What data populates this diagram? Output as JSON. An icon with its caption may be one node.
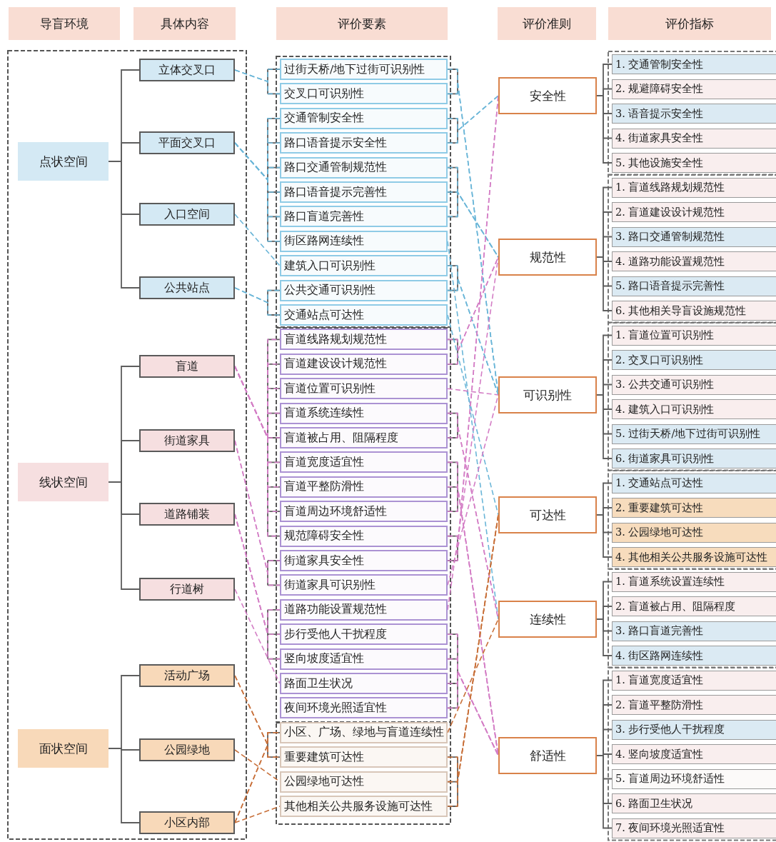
{
  "diagram": {
    "nodes": [
      {
        "text": [
          "导盲环境"
        ]
      },
      {
        "text": [
          "具体内容"
        ]
      },
      {
        "text": [
          "评价要素"
        ]
      },
      {
        "text": [
          "评价准则"
        ]
      },
      {
        "text": [
          "评价指标"
        ]
      },
      {
        "text": [
          "点状空间"
        ]
      },
      {
        "text": [
          "线状空间"
        ]
      },
      {
        "text": [
          "面状空间"
        ]
      },
      {
        "text": [
          "立体交叉口"
        ]
      },
      {
        "text": [
          "平面交叉口"
        ]
      },
      {
        "text": [
          "入口空间"
        ]
      },
      {
        "text": [
          "公共站点"
        ]
      },
      {
        "text": [
          "盲道"
        ]
      },
      {
        "text": [
          "街道家具"
        ]
      },
      {
        "text": [
          "道路铺装"
        ]
      },
      {
        "text": [
          "行道树"
        ]
      },
      {
        "text": [
          "活动广场"
        ]
      },
      {
        "text": [
          "公园绿地"
        ]
      },
      {
        "text": [
          "小区内部"
        ]
      },
      {
        "text": [
          "过街天桥/地下过街可识别性"
        ]
      },
      {
        "text": [
          "交叉口可识别性"
        ]
      },
      {
        "text": [
          "交通管制安全性"
        ]
      },
      {
        "text": [
          "路口语音提示安全性"
        ]
      },
      {
        "text": [
          "路口交通管制规范性"
        ]
      },
      {
        "text": [
          "路口语音提示完善性"
        ]
      },
      {
        "text": [
          "路口盲道完善性"
        ]
      },
      {
        "text": [
          "街区路网连续性"
        ]
      },
      {
        "text": [
          "建筑入口可识别性"
        ]
      },
      {
        "text": [
          "公共交通可识别性"
        ]
      },
      {
        "text": [
          "交通站点可达性"
        ]
      },
      {
        "text": [
          "盲道线路规划规范性"
        ]
      },
      {
        "text": [
          "盲道建设设计规范性"
        ]
      },
      {
        "text": [
          "盲道位置可识别性"
        ]
      },
      {
        "text": [
          "盲道系统连续性"
        ]
      },
      {
        "text": [
          "盲道被占用、阻隔程度"
        ]
      },
      {
        "text": [
          "盲道宽度适宜性"
        ]
      },
      {
        "text": [
          "盲道平整防滑性"
        ]
      },
      {
        "text": [
          "盲道周边环境舒适性"
        ]
      },
      {
        "text": [
          "规范障碍安全性"
        ]
      },
      {
        "text": [
          "街道家具安全性"
        ]
      },
      {
        "text": [
          "街道家具可识别性"
        ]
      },
      {
        "text": [
          "道路功能设置规范性"
        ]
      },
      {
        "text": [
          "步行受他人干扰程度"
        ]
      },
      {
        "text": [
          "竖向坡度适宜性"
        ]
      },
      {
        "text": [
          "路面卫生状况"
        ]
      },
      {
        "text": [
          "夜间环境光照适宜性"
        ]
      },
      {
        "text": [
          "小区、广场、绿地与盲道连续性"
        ]
      },
      {
        "text": [
          "重要建筑可达性"
        ]
      },
      {
        "text": [
          "公园绿地可达性"
        ]
      },
      {
        "text": [
          "其他相关公共服务设施可达性"
        ]
      },
      {
        "text": [
          "安全性"
        ]
      },
      {
        "text": [
          "规范性"
        ]
      },
      {
        "text": [
          "可识别性"
        ]
      },
      {
        "text": [
          "可达性"
        ]
      },
      {
        "text": [
          "连续性"
        ]
      },
      {
        "text": [
          "舒适性"
        ]
      },
      {
        "text": [
          "1. 交通管制安全性"
        ]
      },
      {
        "text": [
          "2. 规避障碍安全性"
        ]
      },
      {
        "text": [
          "3. 语音提示安全性"
        ]
      },
      {
        "text": [
          "4. 街道家具安全性"
        ]
      },
      {
        "text": [
          "5. 其他设施安全性"
        ]
      },
      {
        "text": [
          "1. 盲道线路规划规范性"
        ]
      },
      {
        "text": [
          "2. 盲道建设设计规范性"
        ]
      },
      {
        "text": [
          "3. 路口交通管制规范性"
        ]
      },
      {
        "text": [
          "4. 道路功能设置规范性"
        ]
      },
      {
        "text": [
          "5. 路口语音提示完善性"
        ]
      },
      {
        "text": [
          "6. 其他相关导盲设施规范性"
        ]
      },
      {
        "text": [
          "1. 盲道位置可识别性"
        ]
      },
      {
        "text": [
          "2. 交叉口可识别性"
        ]
      },
      {
        "text": [
          "3. 公共交通可识别性"
        ]
      },
      {
        "text": [
          "4. 建筑入口可识别性"
        ]
      },
      {
        "text": [
          "5. 过街天桥/地下过街可识别性"
        ]
      },
      {
        "text": [
          "6. 街道家具可识别性"
        ]
      },
      {
        "text": [
          "1. 交通站点可达性"
        ]
      },
      {
        "text": [
          "2. 重要建筑可达性"
        ]
      },
      {
        "text": [
          "3. 公园绿地可达性"
        ]
      },
      {
        "text": [
          "4. 其他相关公共服务设施可达性"
        ]
      },
      {
        "text": [
          "1. 盲道系统设置连续性"
        ]
      },
      {
        "text": [
          "2. 盲道被占用、阻隔程度"
        ]
      },
      {
        "text": [
          "3. 路口盲道完善性"
        ]
      },
      {
        "text": [
          "4. 街区路网连续性"
        ]
      },
      {
        "text": [
          "1. 盲道宽度适宜性"
        ]
      },
      {
        "text": [
          "2. 盲道平整防滑性"
        ]
      },
      {
        "text": [
          "3. 步行受他人干扰程度"
        ]
      },
      {
        "text": [
          "4. 竖向坡度适宜性"
        ]
      },
      {
        "text": [
          "5. 盲道周边环境舒适性"
        ]
      },
      {
        "text": [
          "6. 路面卫生状况"
        ]
      },
      {
        "text": [
          "7. 夜间环境光照适宜性"
        ]
      }
    ],
    "edges": [
      {
        "from": 5,
        "to": 8,
        "arrow": "none"
      },
      {
        "from": 5,
        "to": 9,
        "arrow": "none"
      },
      {
        "from": 5,
        "to": 10,
        "arrow": "none"
      },
      {
        "from": 5,
        "to": 11,
        "arrow": "none"
      },
      {
        "from": 6,
        "to": 12,
        "arrow": "none"
      },
      {
        "from": 6,
        "to": 13,
        "arrow": "none"
      },
      {
        "from": 6,
        "to": 14,
        "arrow": "none"
      },
      {
        "from": 6,
        "to": 15,
        "arrow": "none"
      },
      {
        "from": 7,
        "to": 16,
        "arrow": "none"
      },
      {
        "from": 7,
        "to": 17,
        "arrow": "none"
      },
      {
        "from": 7,
        "to": 18,
        "arrow": "none"
      },
      {
        "from": 8,
        "to": 19,
        "arrow": "none",
        "style": "dashed",
        "color": "#6bb6d8"
      },
      {
        "from": 8,
        "to": 20,
        "arrow": "none",
        "style": "dashed",
        "color": "#6bb6d8"
      },
      {
        "from": 9,
        "to": 21,
        "arrow": "none",
        "style": "dashed",
        "color": "#6bb6d8"
      },
      {
        "from": 9,
        "to": 22,
        "arrow": "none",
        "style": "dashed",
        "color": "#6bb6d8"
      },
      {
        "from": 9,
        "to": 23,
        "arrow": "none",
        "style": "dashed",
        "color": "#6bb6d8"
      },
      {
        "from": 9,
        "to": 24,
        "arrow": "none",
        "style": "dashed",
        "color": "#6bb6d8"
      },
      {
        "from": 9,
        "to": 25,
        "arrow": "none",
        "style": "dashed",
        "color": "#6bb6d8"
      },
      {
        "from": 9,
        "to": 26,
        "arrow": "none",
        "style": "dashed",
        "color": "#6bb6d8"
      },
      {
        "from": 10,
        "to": 27,
        "arrow": "none",
        "style": "dashed",
        "color": "#6bb6d8"
      },
      {
        "from": 11,
        "to": 28,
        "arrow": "none",
        "style": "dashed",
        "color": "#6bb6d8"
      },
      {
        "from": 11,
        "to": 29,
        "arrow": "none",
        "style": "dashed",
        "color": "#6bb6d8"
      },
      {
        "from": 12,
        "to": 30,
        "arrow": "none",
        "style": "dashed",
        "color": "#d47fc6"
      },
      {
        "from": 12,
        "to": 31,
        "arrow": "none",
        "style": "dashed",
        "color": "#d47fc6"
      },
      {
        "from": 12,
        "to": 32,
        "arrow": "none",
        "style": "dashed",
        "color": "#d47fc6"
      },
      {
        "from": 12,
        "to": 33,
        "arrow": "none",
        "style": "dashed",
        "color": "#d47fc6"
      },
      {
        "from": 12,
        "to": 34,
        "arrow": "none",
        "style": "dashed",
        "color": "#d47fc6"
      },
      {
        "from": 12,
        "to": 35,
        "arrow": "none",
        "style": "dashed",
        "color": "#d47fc6"
      },
      {
        "from": 12,
        "to": 36,
        "arrow": "none",
        "style": "dashed",
        "color": "#d47fc6"
      },
      {
        "from": 12,
        "to": 37,
        "arrow": "none",
        "style": "dashed",
        "color": "#d47fc6"
      },
      {
        "from": 12,
        "to": 38,
        "arrow": "none",
        "style": "dashed",
        "color": "#d47fc6"
      },
      {
        "from": 13,
        "to": 39,
        "arrow": "none",
        "style": "dashed",
        "color": "#d47fc6"
      },
      {
        "from": 13,
        "to": 40,
        "arrow": "none",
        "style": "dashed",
        "color": "#d47fc6"
      },
      {
        "from": 14,
        "to": 41,
        "arrow": "none",
        "style": "dashed",
        "color": "#d47fc6"
      },
      {
        "from": 14,
        "to": 42,
        "arrow": "none",
        "style": "dashed",
        "color": "#d47fc6"
      },
      {
        "from": 14,
        "to": 43,
        "arrow": "none",
        "style": "dashed",
        "color": "#d47fc6"
      },
      {
        "from": 15,
        "to": 44,
        "arrow": "none",
        "style": "dashed",
        "color": "#d47fc6"
      },
      {
        "from": 16,
        "to": 46,
        "arrow": "none",
        "style": "dashed",
        "color": "#c8703a"
      },
      {
        "from": 16,
        "to": 47,
        "arrow": "none",
        "style": "dashed",
        "color": "#c8703a"
      },
      {
        "from": 17,
        "to": 48,
        "arrow": "none",
        "style": "dashed",
        "color": "#c8703a"
      },
      {
        "from": 18,
        "to": 46,
        "arrow": "none",
        "style": "dashed",
        "color": "#c8703a"
      },
      {
        "from": 18,
        "to": 47,
        "arrow": "none",
        "style": "dashed",
        "color": "#c8703a"
      },
      {
        "from": 18,
        "to": 49,
        "arrow": "none",
        "style": "dashed",
        "color": "#c8703a"
      },
      {
        "from": 19,
        "to": 52,
        "arrow": "none",
        "style": "dashed",
        "color": "#6bb6d8"
      },
      {
        "from": 20,
        "to": 52,
        "arrow": "none",
        "style": "dashed",
        "color": "#6bb6d8"
      },
      {
        "from": 21,
        "to": 50,
        "arrow": "none",
        "style": "dashed",
        "color": "#6bb6d8"
      },
      {
        "from": 22,
        "to": 50,
        "arrow": "none",
        "style": "dashed",
        "color": "#6bb6d8"
      },
      {
        "from": 23,
        "to": 51,
        "arrow": "none",
        "style": "dashed",
        "color": "#6bb6d8"
      },
      {
        "from": 24,
        "to": 51,
        "arrow": "none",
        "style": "dashed",
        "color": "#6bb6d8"
      },
      {
        "from": 25,
        "to": 51,
        "arrow": "none",
        "style": "dashed",
        "color": "#6bb6d8"
      },
      {
        "from": 26,
        "to": 54,
        "arrow": "none",
        "style": "dashed",
        "color": "#6bb6d8"
      },
      {
        "from": 27,
        "to": 52,
        "arrow": "none",
        "style": "dashed",
        "color": "#6bb6d8"
      },
      {
        "from": 28,
        "to": 52,
        "arrow": "none",
        "style": "dashed",
        "color": "#6bb6d8"
      },
      {
        "from": 29,
        "to": 53,
        "arrow": "none",
        "style": "dashed",
        "color": "#6bb6d8"
      },
      {
        "from": 30,
        "to": 51,
        "arrow": "none",
        "style": "dashed",
        "color": "#d47fc6"
      },
      {
        "from": 31,
        "to": 51,
        "arrow": "none",
        "style": "dashed",
        "color": "#d47fc6"
      },
      {
        "from": 32,
        "to": 52,
        "arrow": "none",
        "style": "dashed",
        "color": "#d47fc6"
      },
      {
        "from": 33,
        "to": 54,
        "arrow": "none",
        "style": "dashed",
        "color": "#d47fc6"
      },
      {
        "from": 34,
        "to": 54,
        "arrow": "none",
        "style": "dashed",
        "color": "#d47fc6"
      },
      {
        "from": 35,
        "to": 55,
        "arrow": "none",
        "style": "dashed",
        "color": "#d47fc6"
      },
      {
        "from": 36,
        "to": 55,
        "arrow": "none",
        "style": "dashed",
        "color": "#d47fc6"
      },
      {
        "from": 37,
        "to": 55,
        "arrow": "none",
        "style": "dashed",
        "color": "#d47fc6"
      },
      {
        "from": 38,
        "to": 50,
        "arrow": "none",
        "style": "dashed",
        "color": "#d47fc6"
      },
      {
        "from": 39,
        "to": 50,
        "arrow": "none",
        "style": "dashed",
        "color": "#d47fc6"
      },
      {
        "from": 40,
        "to": 52,
        "arrow": "none",
        "style": "dashed",
        "color": "#d47fc6"
      },
      {
        "from": 41,
        "to": 51,
        "arrow": "none",
        "style": "dashed",
        "color": "#d47fc6"
      },
      {
        "from": 42,
        "to": 55,
        "arrow": "none",
        "style": "dashed",
        "color": "#d47fc6"
      },
      {
        "from": 43,
        "to": 55,
        "arrow": "none",
        "style": "dashed",
        "color": "#d47fc6"
      },
      {
        "from": 44,
        "to": 55,
        "arrow": "none",
        "style": "dashed",
        "color": "#d47fc6"
      },
      {
        "from": 45,
        "to": 55,
        "arrow": "none",
        "style": "dashed",
        "color": "#d47fc6"
      },
      {
        "from": 46,
        "to": 54,
        "arrow": "none",
        "style": "dashed",
        "color": "#c8703a"
      },
      {
        "from": 47,
        "to": 53,
        "arrow": "none",
        "style": "dashed",
        "color": "#c8703a"
      },
      {
        "from": 48,
        "to": 53,
        "arrow": "none",
        "style": "dashed",
        "color": "#c8703a"
      },
      {
        "from": 49,
        "to": 53,
        "arrow": "none",
        "style": "dashed",
        "color": "#c8703a"
      },
      {
        "from": 50,
        "to": 56,
        "arrow": "none"
      },
      {
        "from": 50,
        "to": 57,
        "arrow": "none"
      },
      {
        "from": 50,
        "to": 58,
        "arrow": "none"
      },
      {
        "from": 50,
        "to": 59,
        "arrow": "none"
      },
      {
        "from": 50,
        "to": 60,
        "arrow": "none"
      },
      {
        "from": 51,
        "to": 61,
        "arrow": "none"
      },
      {
        "from": 51,
        "to": 62,
        "arrow": "none"
      },
      {
        "from": 51,
        "to": 63,
        "arrow": "none"
      },
      {
        "from": 51,
        "to": 64,
        "arrow": "none"
      },
      {
        "from": 51,
        "to": 65,
        "arrow": "none"
      },
      {
        "from": 51,
        "to": 66,
        "arrow": "none"
      },
      {
        "from": 52,
        "to": 67,
        "arrow": "none"
      },
      {
        "from": 52,
        "to": 68,
        "arrow": "none"
      },
      {
        "from": 52,
        "to": 69,
        "arrow": "none"
      },
      {
        "from": 52,
        "to": 70,
        "arrow": "none"
      },
      {
        "from": 52,
        "to": 71,
        "arrow": "none"
      },
      {
        "from": 52,
        "to": 72,
        "arrow": "none"
      },
      {
        "from": 53,
        "to": 73,
        "arrow": "none"
      },
      {
        "from": 53,
        "to": 74,
        "arrow": "none"
      },
      {
        "from": 53,
        "to": 75,
        "arrow": "none"
      },
      {
        "from": 53,
        "to": 76,
        "arrow": "none"
      },
      {
        "from": 54,
        "to": 77,
        "arrow": "none"
      },
      {
        "from": 54,
        "to": 78,
        "arrow": "none"
      },
      {
        "from": 54,
        "to": 79,
        "arrow": "none"
      },
      {
        "from": 54,
        "to": 80,
        "arrow": "none"
      },
      {
        "from": 55,
        "to": 81,
        "arrow": "none"
      },
      {
        "from": 55,
        "to": 82,
        "arrow": "none"
      },
      {
        "from": 55,
        "to": 83,
        "arrow": "none"
      },
      {
        "from": 55,
        "to": 84,
        "arrow": "none"
      },
      {
        "from": 55,
        "to": 85,
        "arrow": "none"
      },
      {
        "from": 55,
        "to": 86,
        "arrow": "none"
      },
      {
        "from": 55,
        "to": 87,
        "arrow": "none"
      }
    ]
  }
}
